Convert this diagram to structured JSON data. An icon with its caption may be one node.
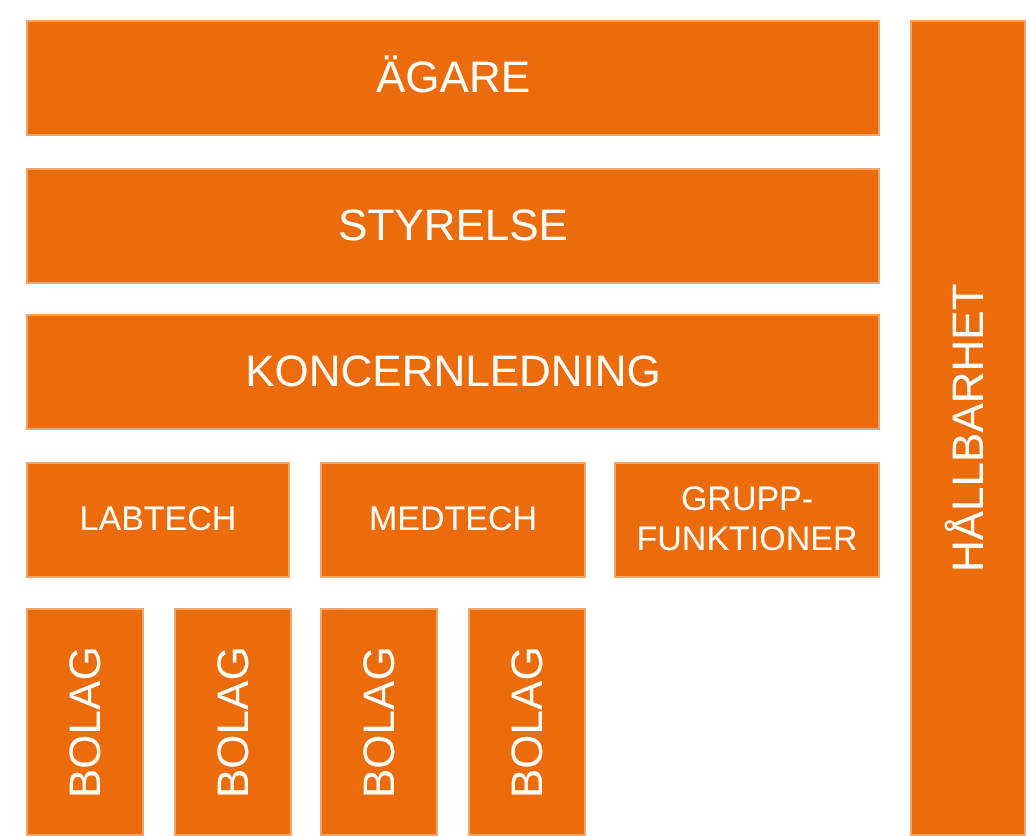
{
  "diagram": {
    "nodes": [
      {
        "text": [
          "ÄGARE"
        ]
      },
      {
        "text": [
          "STYRELSE"
        ]
      },
      {
        "text": [
          "KONCERNLEDNING"
        ]
      },
      {
        "text": [
          "LABTECH"
        ]
      },
      {
        "text": [
          "MEDTECH"
        ]
      },
      {
        "text": [
          "GRUPP- FUNKTIONER"
        ]
      },
      {
        "text": [
          "BOLAG"
        ]
      },
      {
        "text": [
          "BOLAG"
        ]
      },
      {
        "text": [
          "BOLAG"
        ]
      },
      {
        "text": [
          "BOLAG"
        ]
      },
      {
        "text": [
          "HÅLLBARHET"
        ]
      }
    ]
  }
}
